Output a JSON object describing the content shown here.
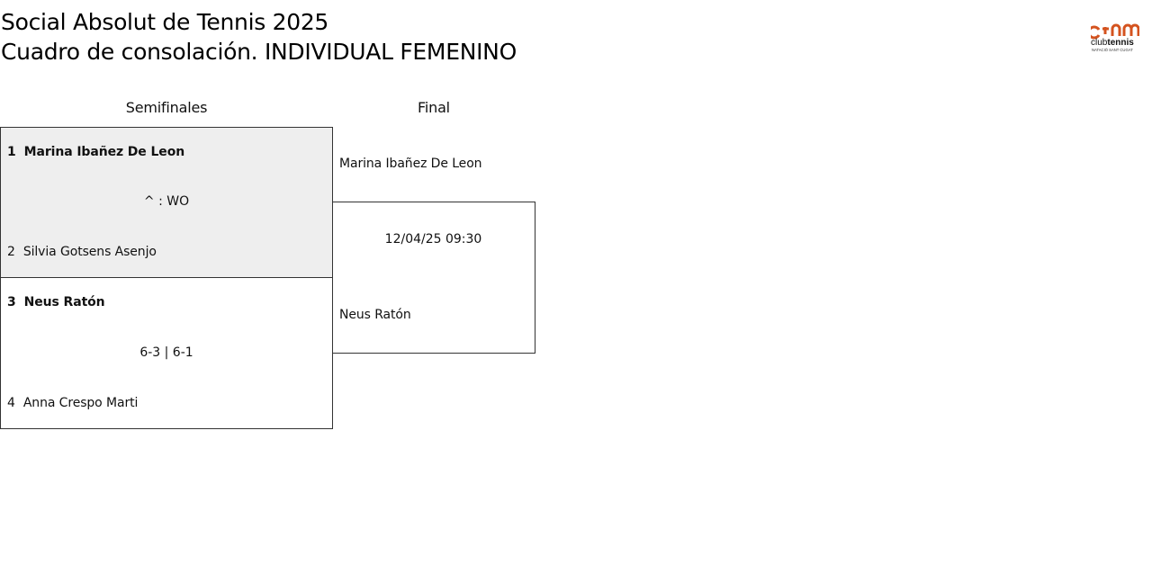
{
  "header": {
    "title_line1": "Social Absolut de Tennis 2025",
    "title_line2": "Cuadro de consolación. INDIVIDUAL FEMENINO",
    "logo": {
      "main": "club",
      "bold": "tennis",
      "sub": "NATACIÓ SANT CUGAT",
      "accent": "#d4531f"
    }
  },
  "rounds": {
    "semis_label": "Semifinales",
    "final_label": "Final"
  },
  "semifinals": [
    {
      "top": {
        "seed": "1",
        "name": "Marina Ibañez De Leon"
      },
      "score": "^ : WO",
      "bottom": {
        "seed": "2",
        "name": "Silvia Gotsens Asenjo"
      }
    },
    {
      "top": {
        "seed": "3",
        "name": "Neus Ratón"
      },
      "score": "6-3 | 6-1",
      "bottom": {
        "seed": "4",
        "name": "Anna Crespo Marti"
      }
    }
  ],
  "final": {
    "top_name": "Marina Ibañez De Leon",
    "datetime": "12/04/25 09:30",
    "bottom_name": "Neus Ratón"
  },
  "colors": {
    "shaded_bg": "#eeeeee",
    "border": "#333333",
    "logo_accent": "#d4531f"
  }
}
